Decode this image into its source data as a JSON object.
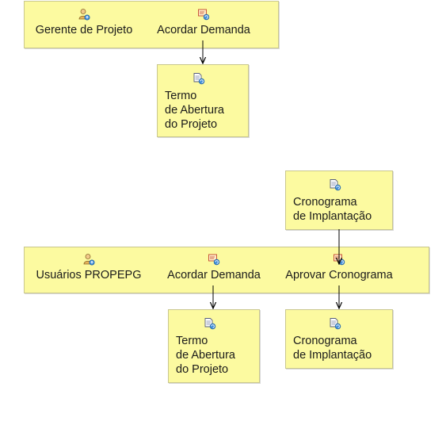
{
  "diagram1": {
    "role": {
      "label": "Gerente de Projeto",
      "icon": "person-role-icon"
    },
    "activity": {
      "label": "Acordar Demanda",
      "icon": "activity-task-icon"
    },
    "output": {
      "text": "Termo\nde Abertura\ndo Projeto",
      "icon": "work-product-icon"
    }
  },
  "diagram2": {
    "input": {
      "text": "Cronograma\nde Implantação",
      "icon": "work-product-icon"
    },
    "role": {
      "label": "Usuários PROPEPG",
      "icon": "person-role-icon"
    },
    "activity1": {
      "label": "Acordar Demanda",
      "icon": "activity-task-icon"
    },
    "activity2": {
      "label": "Aprovar Cronograma",
      "icon": "activity-task-icon"
    },
    "output1": {
      "text": "Termo\nde Abertura\ndo Projeto",
      "icon": "work-product-icon"
    },
    "output2": {
      "text": "Cronograma\nde Implantação",
      "icon": "work-product-icon"
    }
  },
  "colors": {
    "box_fill": "#fcfaa0",
    "box_border": "#c9c78e",
    "arrow": "#000000"
  }
}
